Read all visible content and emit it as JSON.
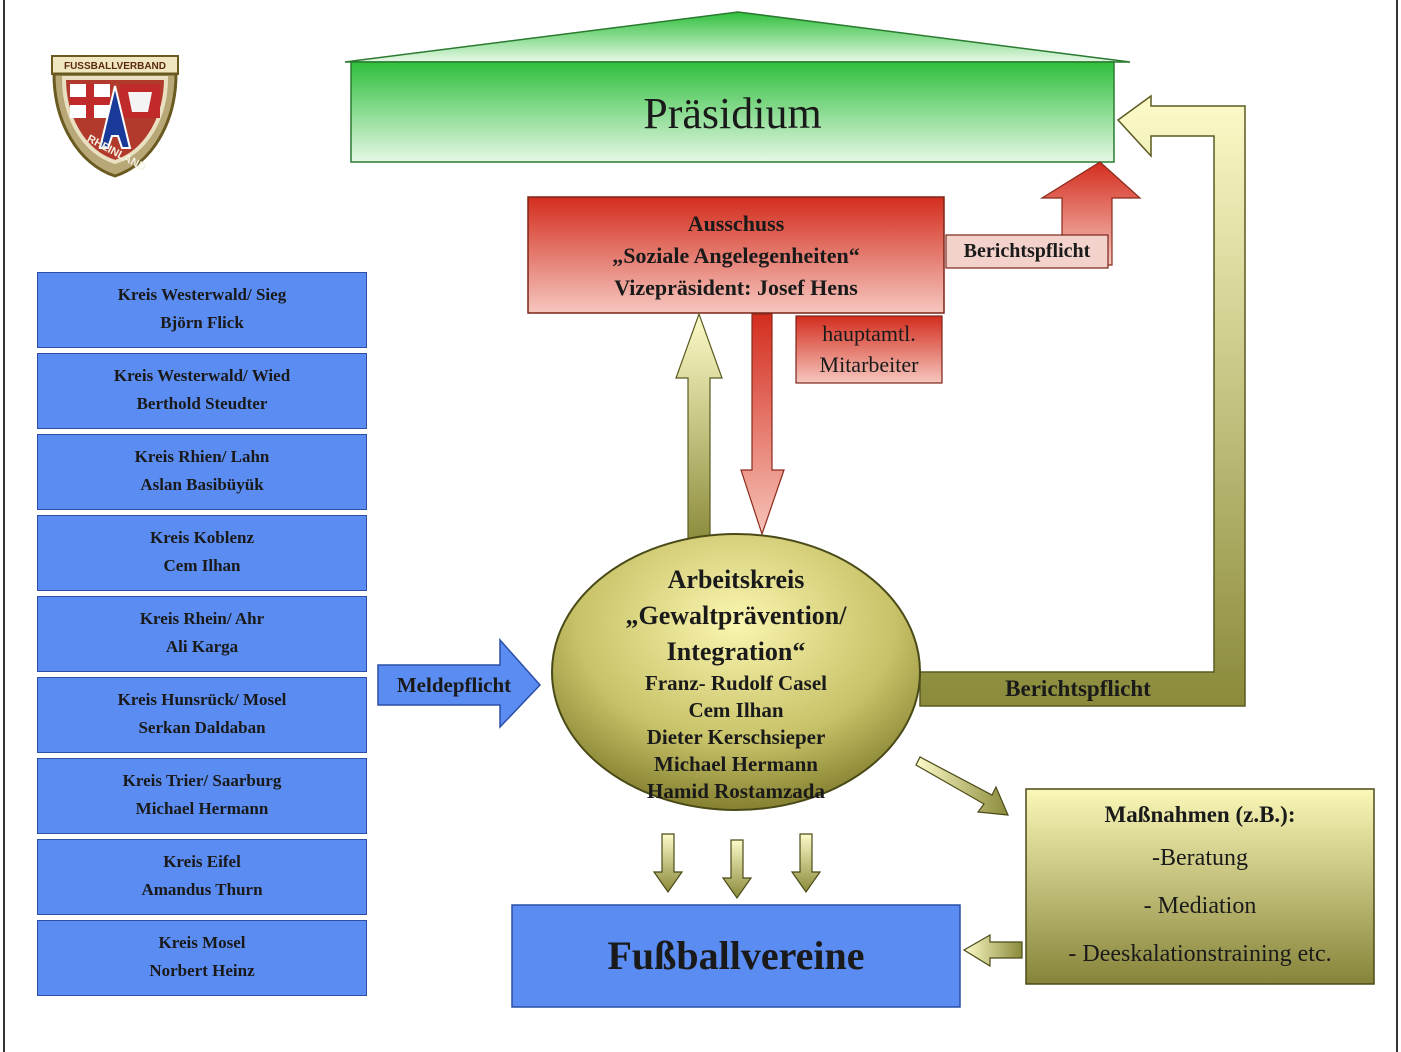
{
  "praesidium": {
    "label": "Präsidium"
  },
  "ausschuss": {
    "line1": "Ausschuss",
    "line2": "„Soziale Angelegenheiten“",
    "line3": "Vizepräsident:  Josef Hens"
  },
  "berichtspflicht_top": "Berichtspflicht",
  "hauptamtl": {
    "line1": "hauptamtl.",
    "line2": "Mitarbeiter"
  },
  "kreise": [
    {
      "name": "Kreis Westerwald/  Sieg",
      "person": "Björn Flick"
    },
    {
      "name": "Kreis Westerwald/  Wied",
      "person": "Berthold  Steudter"
    },
    {
      "name": "Kreis Rhien/ Lahn",
      "person": "Aslan Basibüyük"
    },
    {
      "name": "Kreis Koblenz",
      "person": "Cem Ilhan"
    },
    {
      "name": "Kreis Rhein/ Ahr",
      "person": "Ali Karga"
    },
    {
      "name": "Kreis Hunsrück/ Mosel",
      "person": "Serkan Daldaban"
    },
    {
      "name": "Kreis Trier/ Saarburg",
      "person": "Michael Hermann"
    },
    {
      "name": "Kreis Eifel",
      "person": "Amandus Thurn"
    },
    {
      "name": "Kreis Mosel",
      "person": "Norbert Heinz"
    }
  ],
  "meldepflicht": "Meldepflicht",
  "arbeitskreis": {
    "title1": "Arbeitskreis",
    "title2": "„Gewaltprävention/",
    "title3": "Integration“",
    "members": [
      "Franz- Rudolf Casel",
      "Cem Ilhan",
      "Dieter Kerschsieper",
      "Michael Hermann",
      "Hamid Rostamzada"
    ]
  },
  "berichtspflicht_right": "Berichtspflicht",
  "massnahmen": {
    "title": "Maßnahmen (z.B.):",
    "items": [
      "-Beratung",
      "- Mediation",
      "- Deeskalationstraining etc."
    ]
  },
  "fussballvereine": "Fußballvereine",
  "logo": {
    "top_text": "FUSSBALLVERBAND",
    "bottom_text": "RHEINLAND"
  },
  "colors": {
    "kreis_blue": "#5a8cf2",
    "green": "#3cc24a",
    "red": "#d43a2a",
    "olive": "#8a8a3a"
  }
}
